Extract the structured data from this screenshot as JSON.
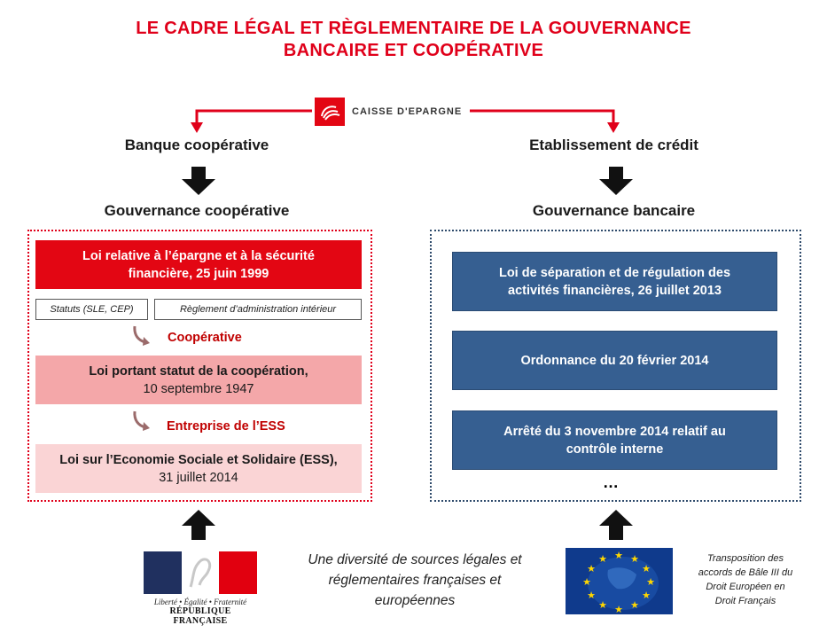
{
  "title": {
    "line1": "LE CADRE LÉGAL ET RÈGLEMENTAIRE DE LA GOUVERNANCE",
    "line2": "BANCAIRE ET COOPÉRATIVE"
  },
  "logo": {
    "text": "CAISSE D'EPARGNE"
  },
  "left": {
    "heading1": "Banque coopérative",
    "heading2": "Gouvernance coopérative",
    "law1": {
      "line1": "Loi relative à l’épargne et à la sécurité",
      "line2": "financière, 25 juin 1999"
    },
    "statuts": "Statuts (SLE, CEP)",
    "reglement": "Règlement d’administration intérieur",
    "coop_label": "Coopérative",
    "law2": {
      "line1": "Loi portant statut de la coopération,",
      "line2": "10 septembre 1947"
    },
    "ess_label": "Entreprise de l’ESS",
    "law3": {
      "line1": "Loi sur l’Economie Sociale et Solidaire (ESS),",
      "line2": "31 juillet 2014"
    }
  },
  "right": {
    "heading1": "Etablissement de crédit",
    "heading2": "Gouvernance bancaire",
    "law1": {
      "line1": "Loi de séparation et de régulation des",
      "line2": "activités financières, 26 juillet 2013"
    },
    "law2": "Ordonnance du 20 février 2014",
    "law3": {
      "line1": "Arrêté du 3 novembre 2014 relatif au",
      "line2": "contrôle interne"
    },
    "ellipsis": "…"
  },
  "bottom": {
    "center": {
      "line1": "Une diversité de sources légales et",
      "line2": "réglementaires françaises et",
      "line3": "européennes"
    },
    "rf_logo": {
      "line1": "Liberté • Égalité • Fraternité",
      "line2": "RÉPUBLIQUE FRANÇAISE"
    },
    "eu_note": {
      "line1": "Transposition des",
      "line2": "accords de Bâle III du",
      "line3": "Droit Européen en",
      "line4": "Droit Français"
    }
  },
  "colors": {
    "red": "#e0001a",
    "blue": "#365f91",
    "pink": "#f4a7a9",
    "light_pink": "#fad4d5"
  }
}
